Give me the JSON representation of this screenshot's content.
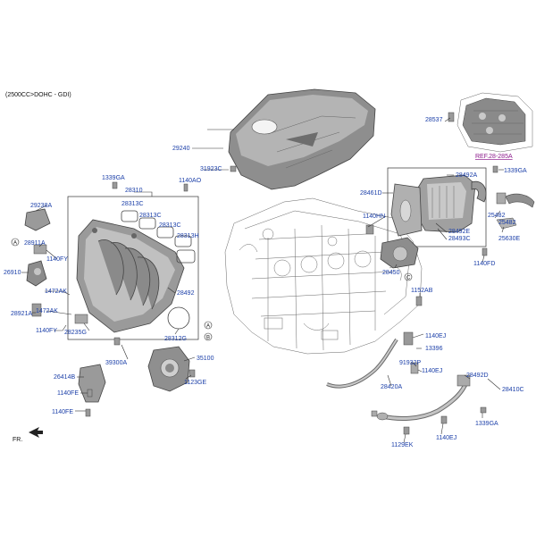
{
  "header": {
    "engine_spec": "(2500CC>DOHC - GDI)"
  },
  "footer": {
    "front_marker": "FR."
  },
  "colors": {
    "label": "#1a3ea8",
    "reference": "#8b1a8b"
  },
  "callouts": {
    "c_28537": "28537",
    "c_ref": "REF.28-285A",
    "c_1339ga_tr": "1339GA",
    "c_29240": "29240",
    "c_31923c": "31923C",
    "c_1140ao": "1140AO",
    "c_1339ga_l": "1339GA",
    "c_28310": "28310",
    "c_28313c_a": "28313C",
    "c_28313c_b": "28313C",
    "c_28313c_c": "28313C",
    "c_28313h": "28313H",
    "c_29238a": "29238A",
    "c_28911a": "28911A",
    "c_1140fy_a": "1140FY",
    "c_26910": "26910",
    "c_1472ak_a": "1472AK",
    "c_1472ak_b": "1472AK",
    "c_28921a": "28921A",
    "c_1140fy_b": "1140FY",
    "c_28235g": "28235G",
    "c_28492_l": "28492",
    "c_28312g": "28312G",
    "c_39300a": "39300A",
    "c_35100": "35100",
    "c_26414b": "26414B",
    "c_1123ge": "1123GE",
    "c_1140fe_a": "1140FE",
    "c_1140fe_b": "1140FE",
    "c_28461d": "28461D",
    "c_28492a": "28492A",
    "c_25482_a": "25482",
    "c_25482_b": "25482",
    "c_1140hn": "1140HN",
    "c_28492e": "28492E",
    "c_28493c": "28493C",
    "c_25630e": "25630E",
    "c_28450": "28450",
    "c_1140fd": "1140FD",
    "c_1152ab": "1152AB",
    "c_1140ej_a": "1140EJ",
    "c_13396": "13396",
    "c_91932p": "91932P",
    "c_1140ej_b": "1140EJ",
    "c_28420a": "28420A",
    "c_28492d": "28492D",
    "c_28410c": "28410C",
    "c_1339ga_br": "1339GA",
    "c_1129ek": "1129EK",
    "c_1140ej_c": "1140EJ"
  },
  "markers": {
    "a": "A",
    "b": "B",
    "c": "C"
  }
}
